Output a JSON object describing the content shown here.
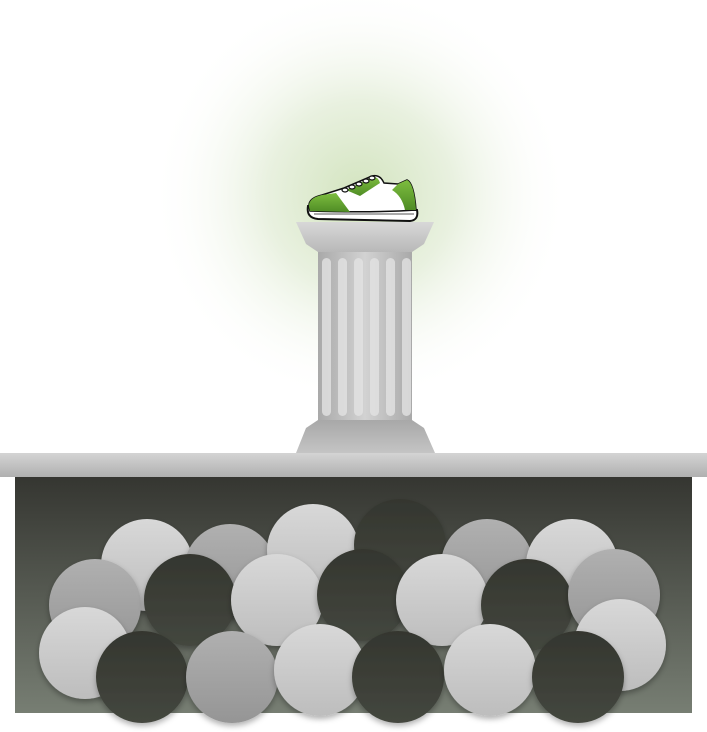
{
  "scene": {
    "subject": "sneaker-on-pedestal",
    "colors": {
      "glow": "#d9e8c8",
      "shoe_green": "#6aa834",
      "pedestal": "#c4c4c4",
      "shelf": "#c8c8c8",
      "box_top": "#353631",
      "box_bottom": "#747b70",
      "ball_light": "#d2d2d2",
      "ball_mid": "#a6a6a6",
      "ball_dark": "#393b35"
    },
    "balls": [
      {
        "tone": "light"
      },
      {
        "tone": "mid"
      },
      {
        "tone": "light"
      },
      {
        "tone": "dark"
      },
      {
        "tone": "mid"
      },
      {
        "tone": "light"
      },
      {
        "tone": "mid"
      },
      {
        "tone": "dark"
      },
      {
        "tone": "light"
      },
      {
        "tone": "dark"
      },
      {
        "tone": "light"
      },
      {
        "tone": "dark"
      },
      {
        "tone": "mid"
      },
      {
        "tone": "light"
      },
      {
        "tone": "light"
      },
      {
        "tone": "dark"
      },
      {
        "tone": "mid"
      },
      {
        "tone": "light"
      },
      {
        "tone": "dark"
      },
      {
        "tone": "light"
      },
      {
        "tone": "dark"
      }
    ]
  }
}
